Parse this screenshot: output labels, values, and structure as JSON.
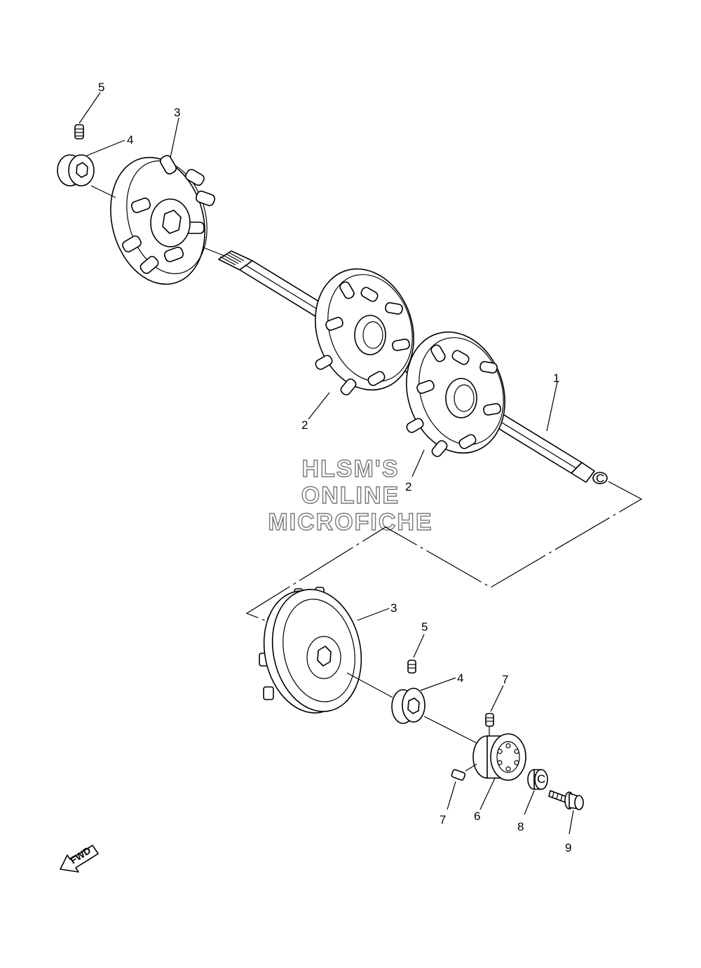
{
  "watermark": {
    "line1": "HLSM'S",
    "line2": "ONLINE",
    "line3": "MICROFICHE"
  },
  "fwd_label": "FWD",
  "shaft_end_mark": "C",
  "collar_mark": "C",
  "callouts": {
    "shaft": "1",
    "sprocket_mid_a": "2",
    "sprocket_mid_b": "2",
    "wheel_upper": "3",
    "collar_upper": "4",
    "screw_upper": "5",
    "wheel_lower": "3",
    "collar_lower": "4",
    "screw_lower": "5",
    "bearing": "6",
    "setscrew_top": "7",
    "setscrew_side": "7",
    "collar_small": "8",
    "bolt": "9"
  }
}
